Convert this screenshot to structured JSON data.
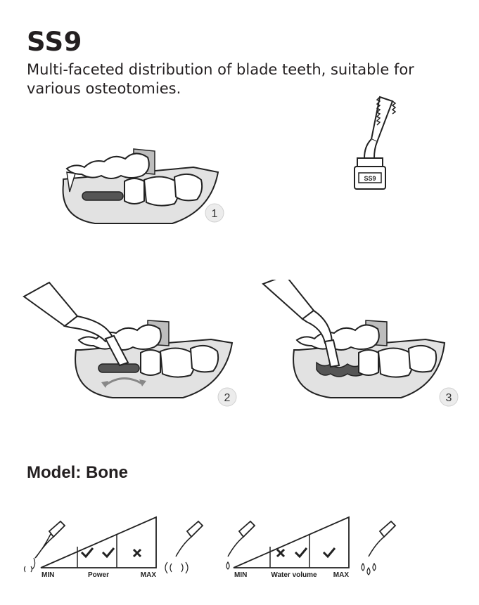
{
  "header": {
    "title": "SS9",
    "description": "Multi-faceted distribution of blade teeth, suitable for various osteotomies."
  },
  "tip": {
    "engraving": "SS9"
  },
  "steps": [
    {
      "number": "1"
    },
    {
      "number": "2"
    },
    {
      "number": "3"
    }
  ],
  "model": {
    "label": "Model: Bone"
  },
  "settings": {
    "power": {
      "min_label": "MIN",
      "name": "Power",
      "max_label": "MAX",
      "levels": [
        "check",
        "check",
        "cross"
      ]
    },
    "water": {
      "min_label": "MIN",
      "name": "Water volume",
      "max_label": "MAX",
      "levels": [
        "cross",
        "check",
        "check"
      ]
    }
  },
  "colors": {
    "text": "#231f20",
    "gum": "#e2e2e2",
    "bone": "#bdbdbd",
    "dark": "#555555"
  }
}
